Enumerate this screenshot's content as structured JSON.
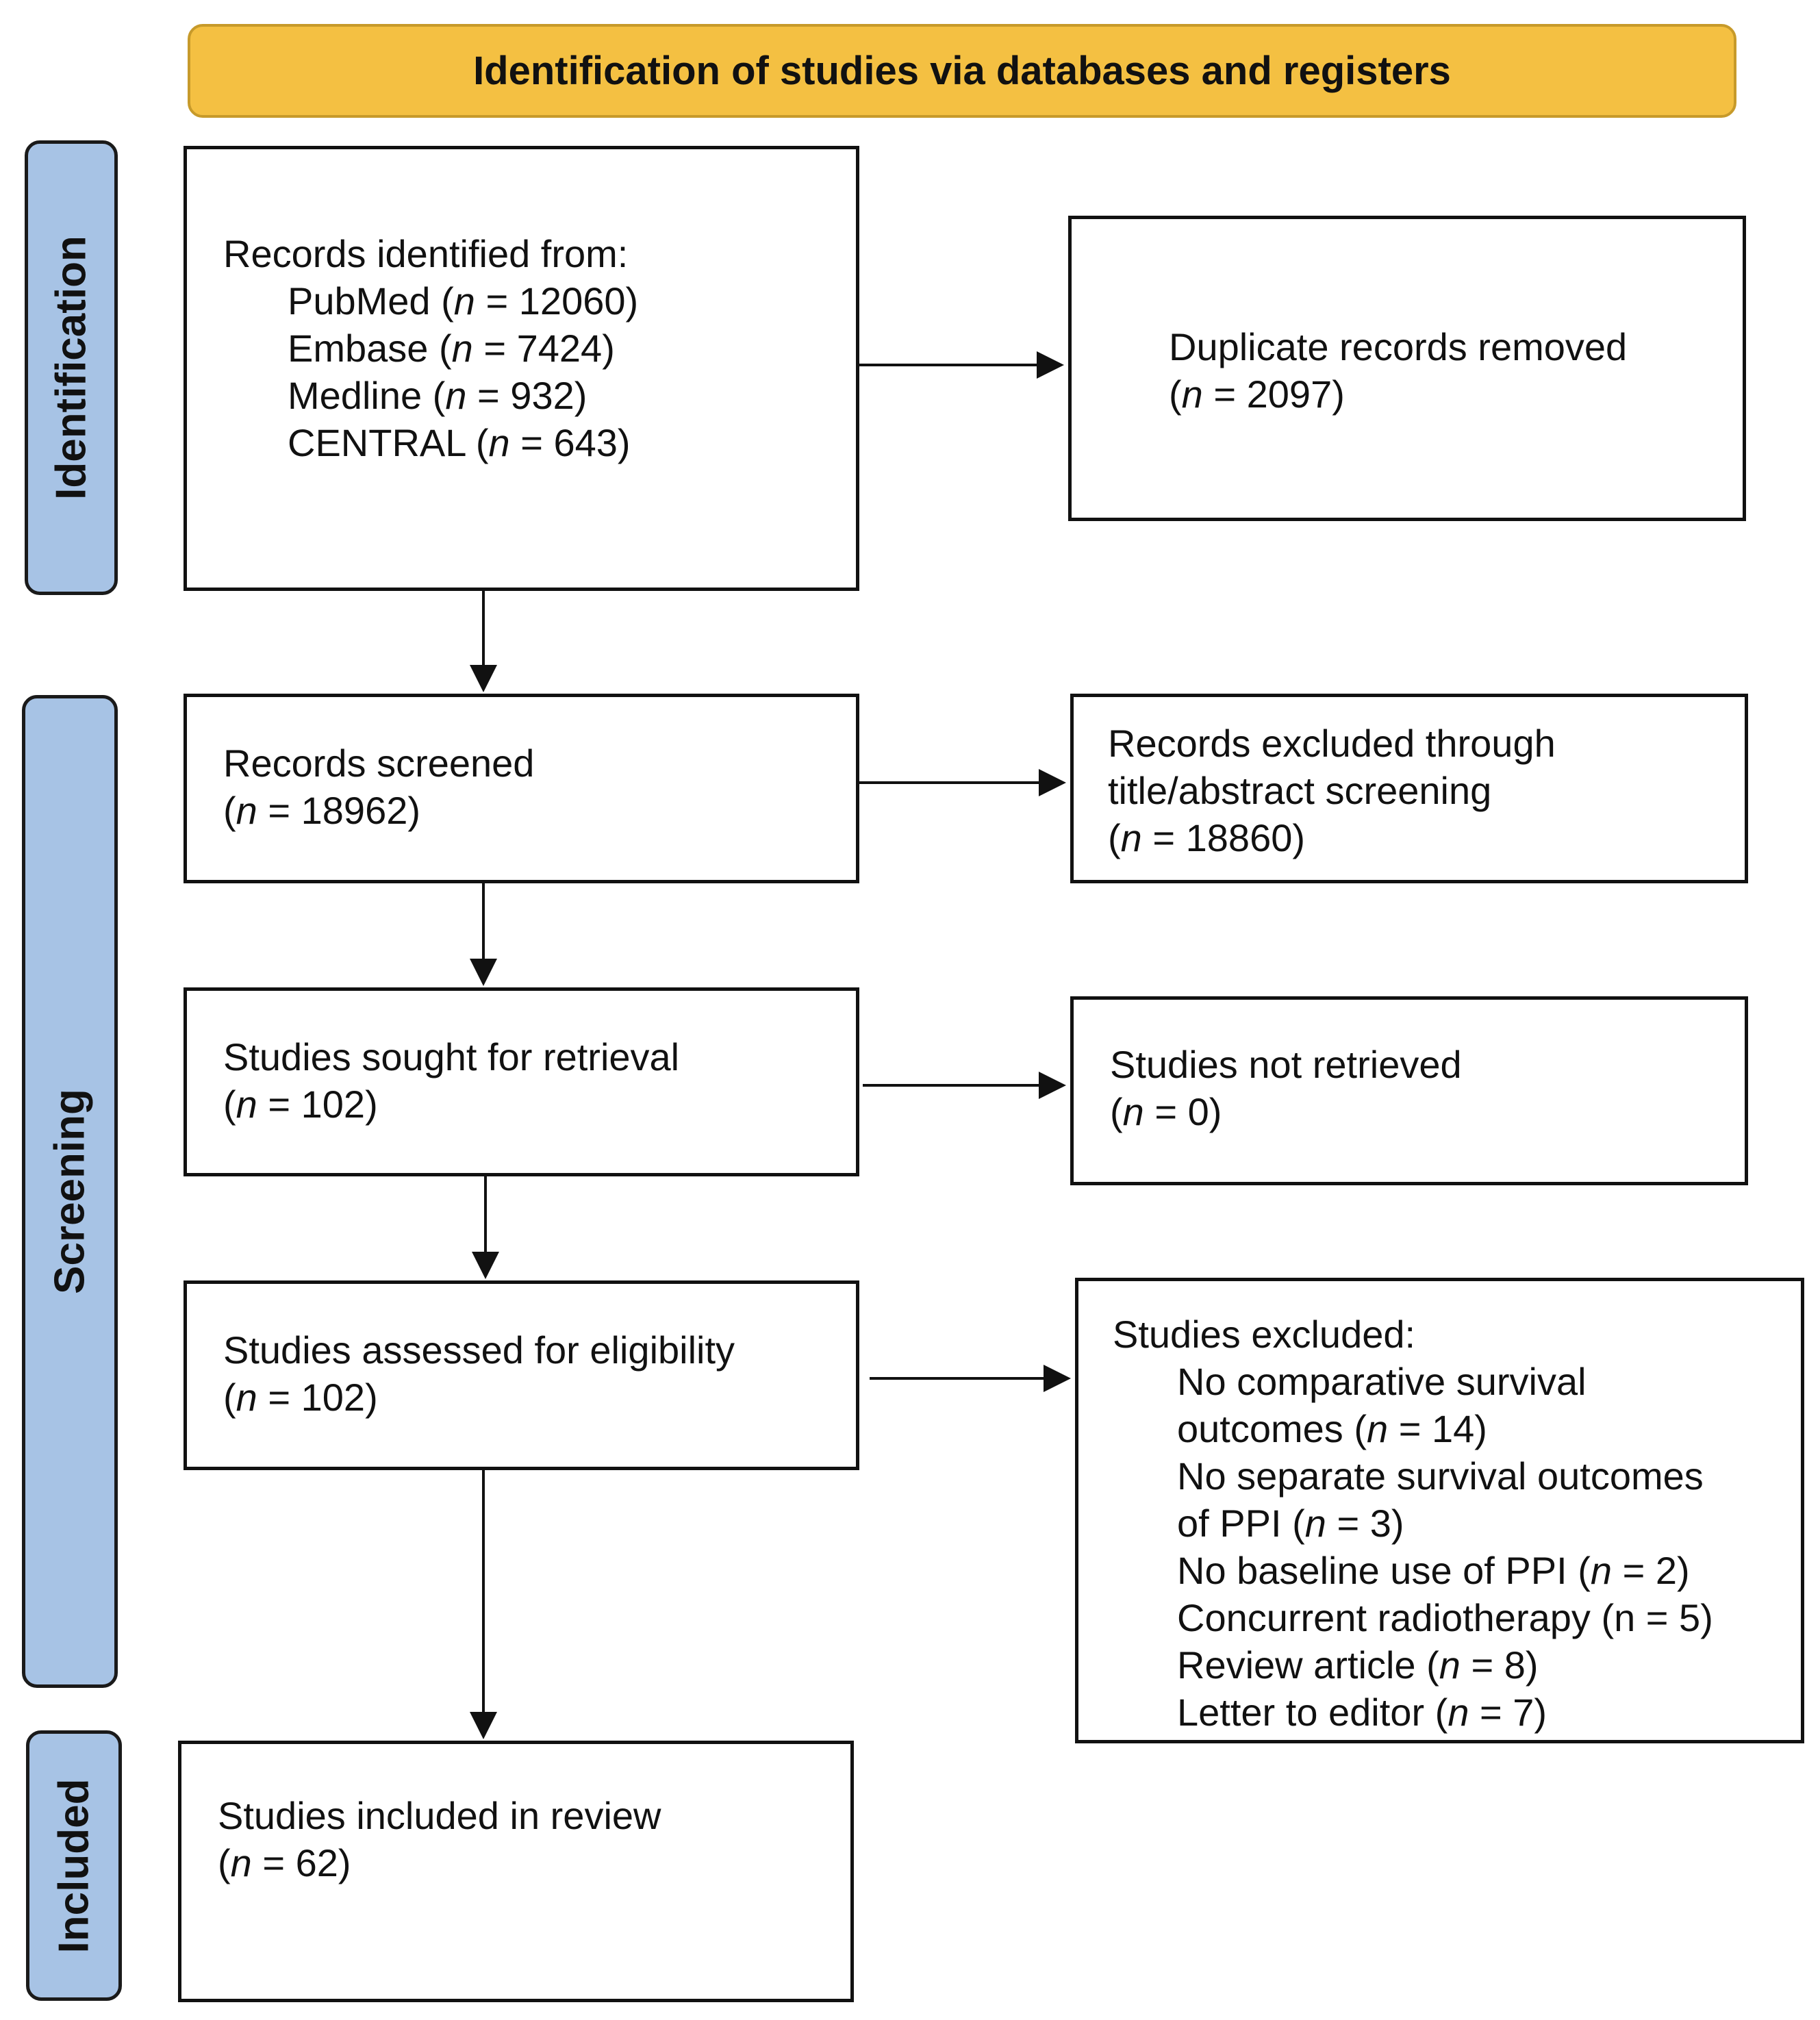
{
  "header": {
    "title": "Identification of studies via databases and registers"
  },
  "phases": {
    "identification": "Identification",
    "screening": "Screening",
    "included": "Included"
  },
  "n_symbol": "n",
  "records_identified": {
    "title": "Records identified from:",
    "sources": [
      {
        "prefix": "PubMed (",
        "rest": " = 12060)"
      },
      {
        "prefix": "Embase (",
        "rest": " = 7424)"
      },
      {
        "prefix": "Medline (",
        "rest": " = 932)"
      },
      {
        "prefix": "CENTRAL (",
        "rest": " = 643)"
      }
    ]
  },
  "duplicates_removed": {
    "title": "Duplicate records removed",
    "count_prefix": " (",
    "count_rest": " = 2097)"
  },
  "records_screened": {
    "title": "Records screened",
    "count_prefix": "(",
    "count_rest": " = 18962)"
  },
  "records_excluded": {
    "line1": "Records excluded through",
    "line2": "title/abstract screening",
    "count_prefix": "(",
    "count_rest": " = 18860)"
  },
  "sought_for_retrieval": {
    "title": "Studies sought for retrieval",
    "count_prefix": "(",
    "count_rest": " = 102)"
  },
  "not_retrieved": {
    "title": "Studies not retrieved",
    "count_prefix": "(",
    "count_rest": " = 0)"
  },
  "assessed_for_eligibility": {
    "title": "Studies assessed for eligibility",
    "count_prefix": "(",
    "count_rest": " = 102)"
  },
  "studies_excluded": {
    "title": "Studies excluded:",
    "r1_line1": "No comparative survival",
    "r1_prefix": "outcomes (",
    "r1_rest": " = 14)",
    "r2_line1": "No separate survival outcomes",
    "r2_prefix": "of PPI (",
    "r2_rest": " = 3)",
    "r3_prefix": "No baseline use of PPI (",
    "r3_rest": " = 2)",
    "r4_text": "Concurrent radiotherapy (n = 5)",
    "r5_prefix": "Review article (",
    "r5_rest": " = 8)",
    "r6_prefix": "Letter to editor (",
    "r6_rest": " = 7)"
  },
  "included_in_review": {
    "title": "Studies included in review",
    "count_prefix": "(",
    "count_rest": " = 62)"
  },
  "colors": {
    "header_fill": "#f4c042",
    "phase_fill": "#a7c3e5",
    "box_border": "#111111"
  }
}
